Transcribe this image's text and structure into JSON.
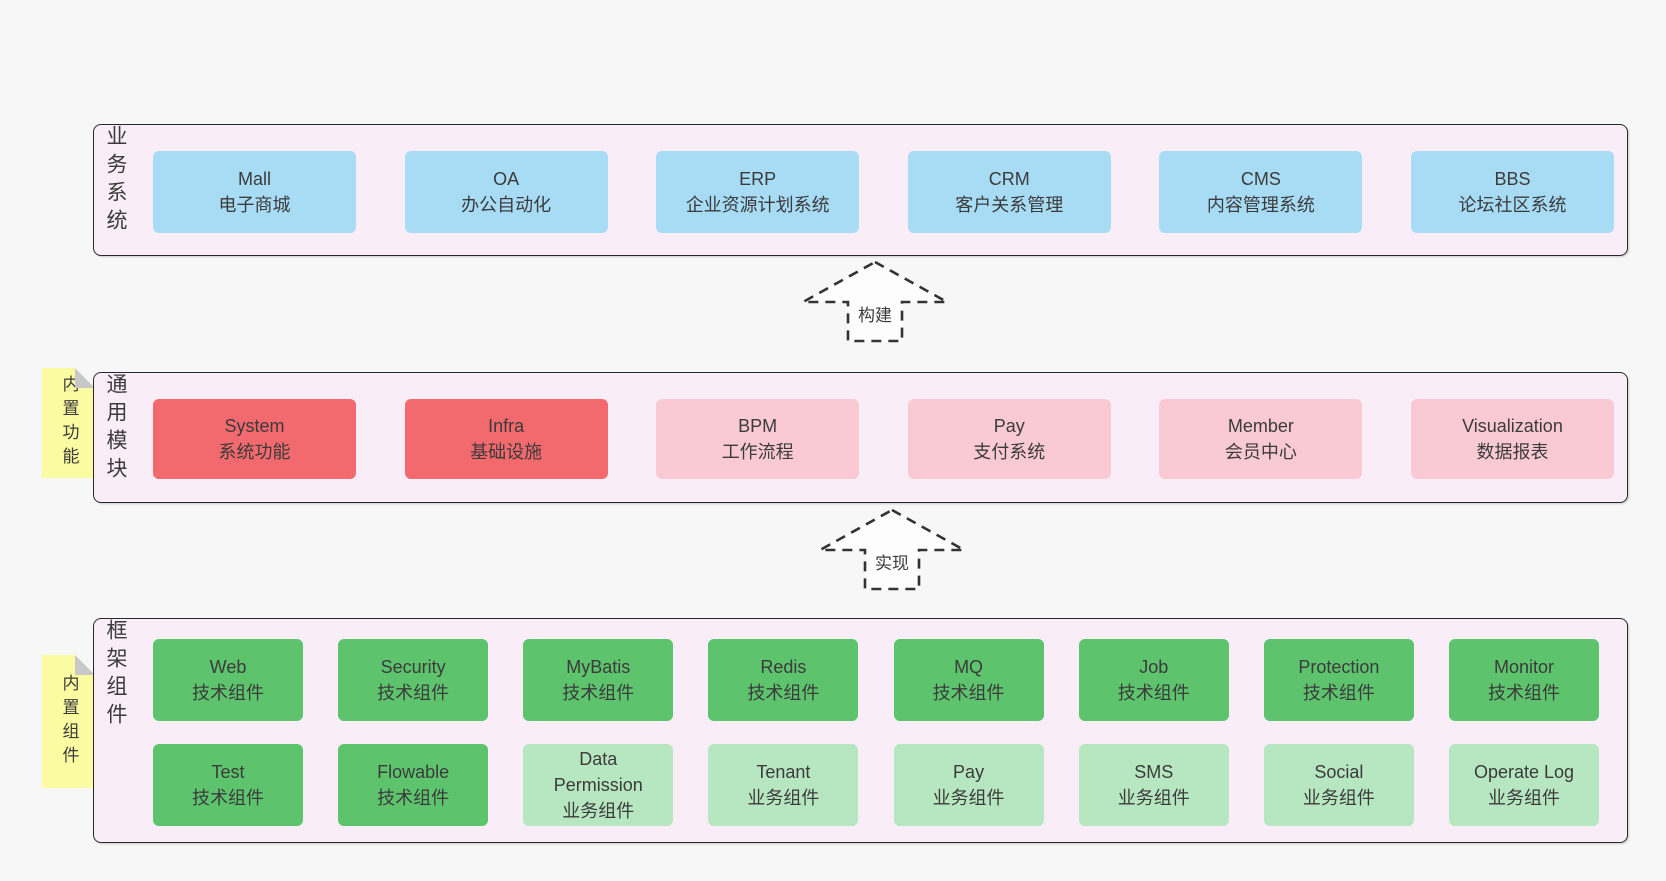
{
  "colors": {
    "page-bg": "#f7f7f7",
    "section-bg": "#f9eef8",
    "section-border": "#2a282c",
    "box-blue": "#a8dcf5",
    "box-red": "#f2696e",
    "box-pink": "#facad4",
    "box-green": "#5dc46d",
    "box-green-light": "#b7e7c0",
    "note-yellow": "#fbfba1",
    "note-fold": "#c8c8c8",
    "text": "#3b3b3b"
  },
  "arrows": [
    {
      "label": "构建"
    },
    {
      "label": "实现"
    }
  ],
  "notes": [
    {
      "label": "内置功能"
    },
    {
      "label": "内置组件"
    }
  ],
  "sections": [
    {
      "label": "业务系统",
      "boxes": [
        {
          "title": "Mall",
          "subtitle": "电子商城"
        },
        {
          "title": "OA",
          "subtitle": "办公自动化"
        },
        {
          "title": "ERP",
          "subtitle": "企业资源计划系统"
        },
        {
          "title": "CRM",
          "subtitle": "客户关系管理"
        },
        {
          "title": "CMS",
          "subtitle": "内容管理系统"
        },
        {
          "title": "BBS",
          "subtitle": "论坛社区系统"
        }
      ]
    },
    {
      "label": "通用模块",
      "boxes": [
        {
          "title": "System",
          "subtitle": "系统功能"
        },
        {
          "title": "Infra",
          "subtitle": "基础设施"
        },
        {
          "title": "BPM",
          "subtitle": "工作流程"
        },
        {
          "title": "Pay",
          "subtitle": "支付系统"
        },
        {
          "title": "Member",
          "subtitle": "会员中心"
        },
        {
          "title": "Visualization",
          "subtitle": "数据报表"
        }
      ]
    },
    {
      "label": "框架组件",
      "rows": [
        [
          {
            "title": "Web",
            "subtitle": "技术组件"
          },
          {
            "title": "Security",
            "subtitle": "技术组件"
          },
          {
            "title": "MyBatis",
            "subtitle": "技术组件"
          },
          {
            "title": "Redis",
            "subtitle": "技术组件"
          },
          {
            "title": "MQ",
            "subtitle": "技术组件"
          },
          {
            "title": "Job",
            "subtitle": "技术组件"
          },
          {
            "title": "Protection",
            "subtitle": "技术组件"
          },
          {
            "title": "Monitor",
            "subtitle": "技术组件"
          }
        ],
        [
          {
            "title": "Test",
            "subtitle": "技术组件"
          },
          {
            "title": "Flowable",
            "subtitle": "技术组件"
          },
          {
            "title": "Data Permission",
            "subtitle": "业务组件"
          },
          {
            "title": "Tenant",
            "subtitle": "业务组件"
          },
          {
            "title": "Pay",
            "subtitle": "业务组件"
          },
          {
            "title": "SMS",
            "subtitle": "业务组件"
          },
          {
            "title": "Social",
            "subtitle": "业务组件"
          },
          {
            "title": "Operate Log",
            "subtitle": "业务组件"
          }
        ]
      ]
    }
  ]
}
